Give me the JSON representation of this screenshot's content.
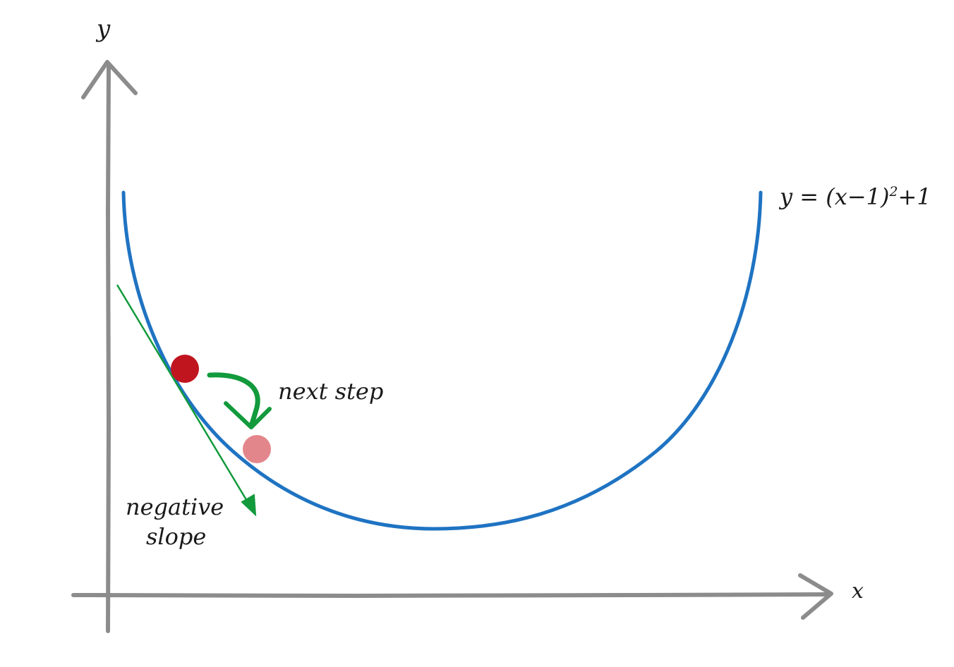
{
  "axes": {
    "y_label": "y",
    "x_label": "x"
  },
  "curve": {
    "equation_prefix": "y = (x−1)",
    "equation_exponent": "2",
    "equation_suffix": "+1",
    "color": "#1f73c2"
  },
  "annotations": {
    "next_step": "next step",
    "negative_line1": "negative",
    "negative_line2": "slope"
  },
  "colors": {
    "axis": "#8c8c8c",
    "current_point": "#c0151f",
    "next_point": "#e3868b",
    "arrow": "#129a3c"
  }
}
